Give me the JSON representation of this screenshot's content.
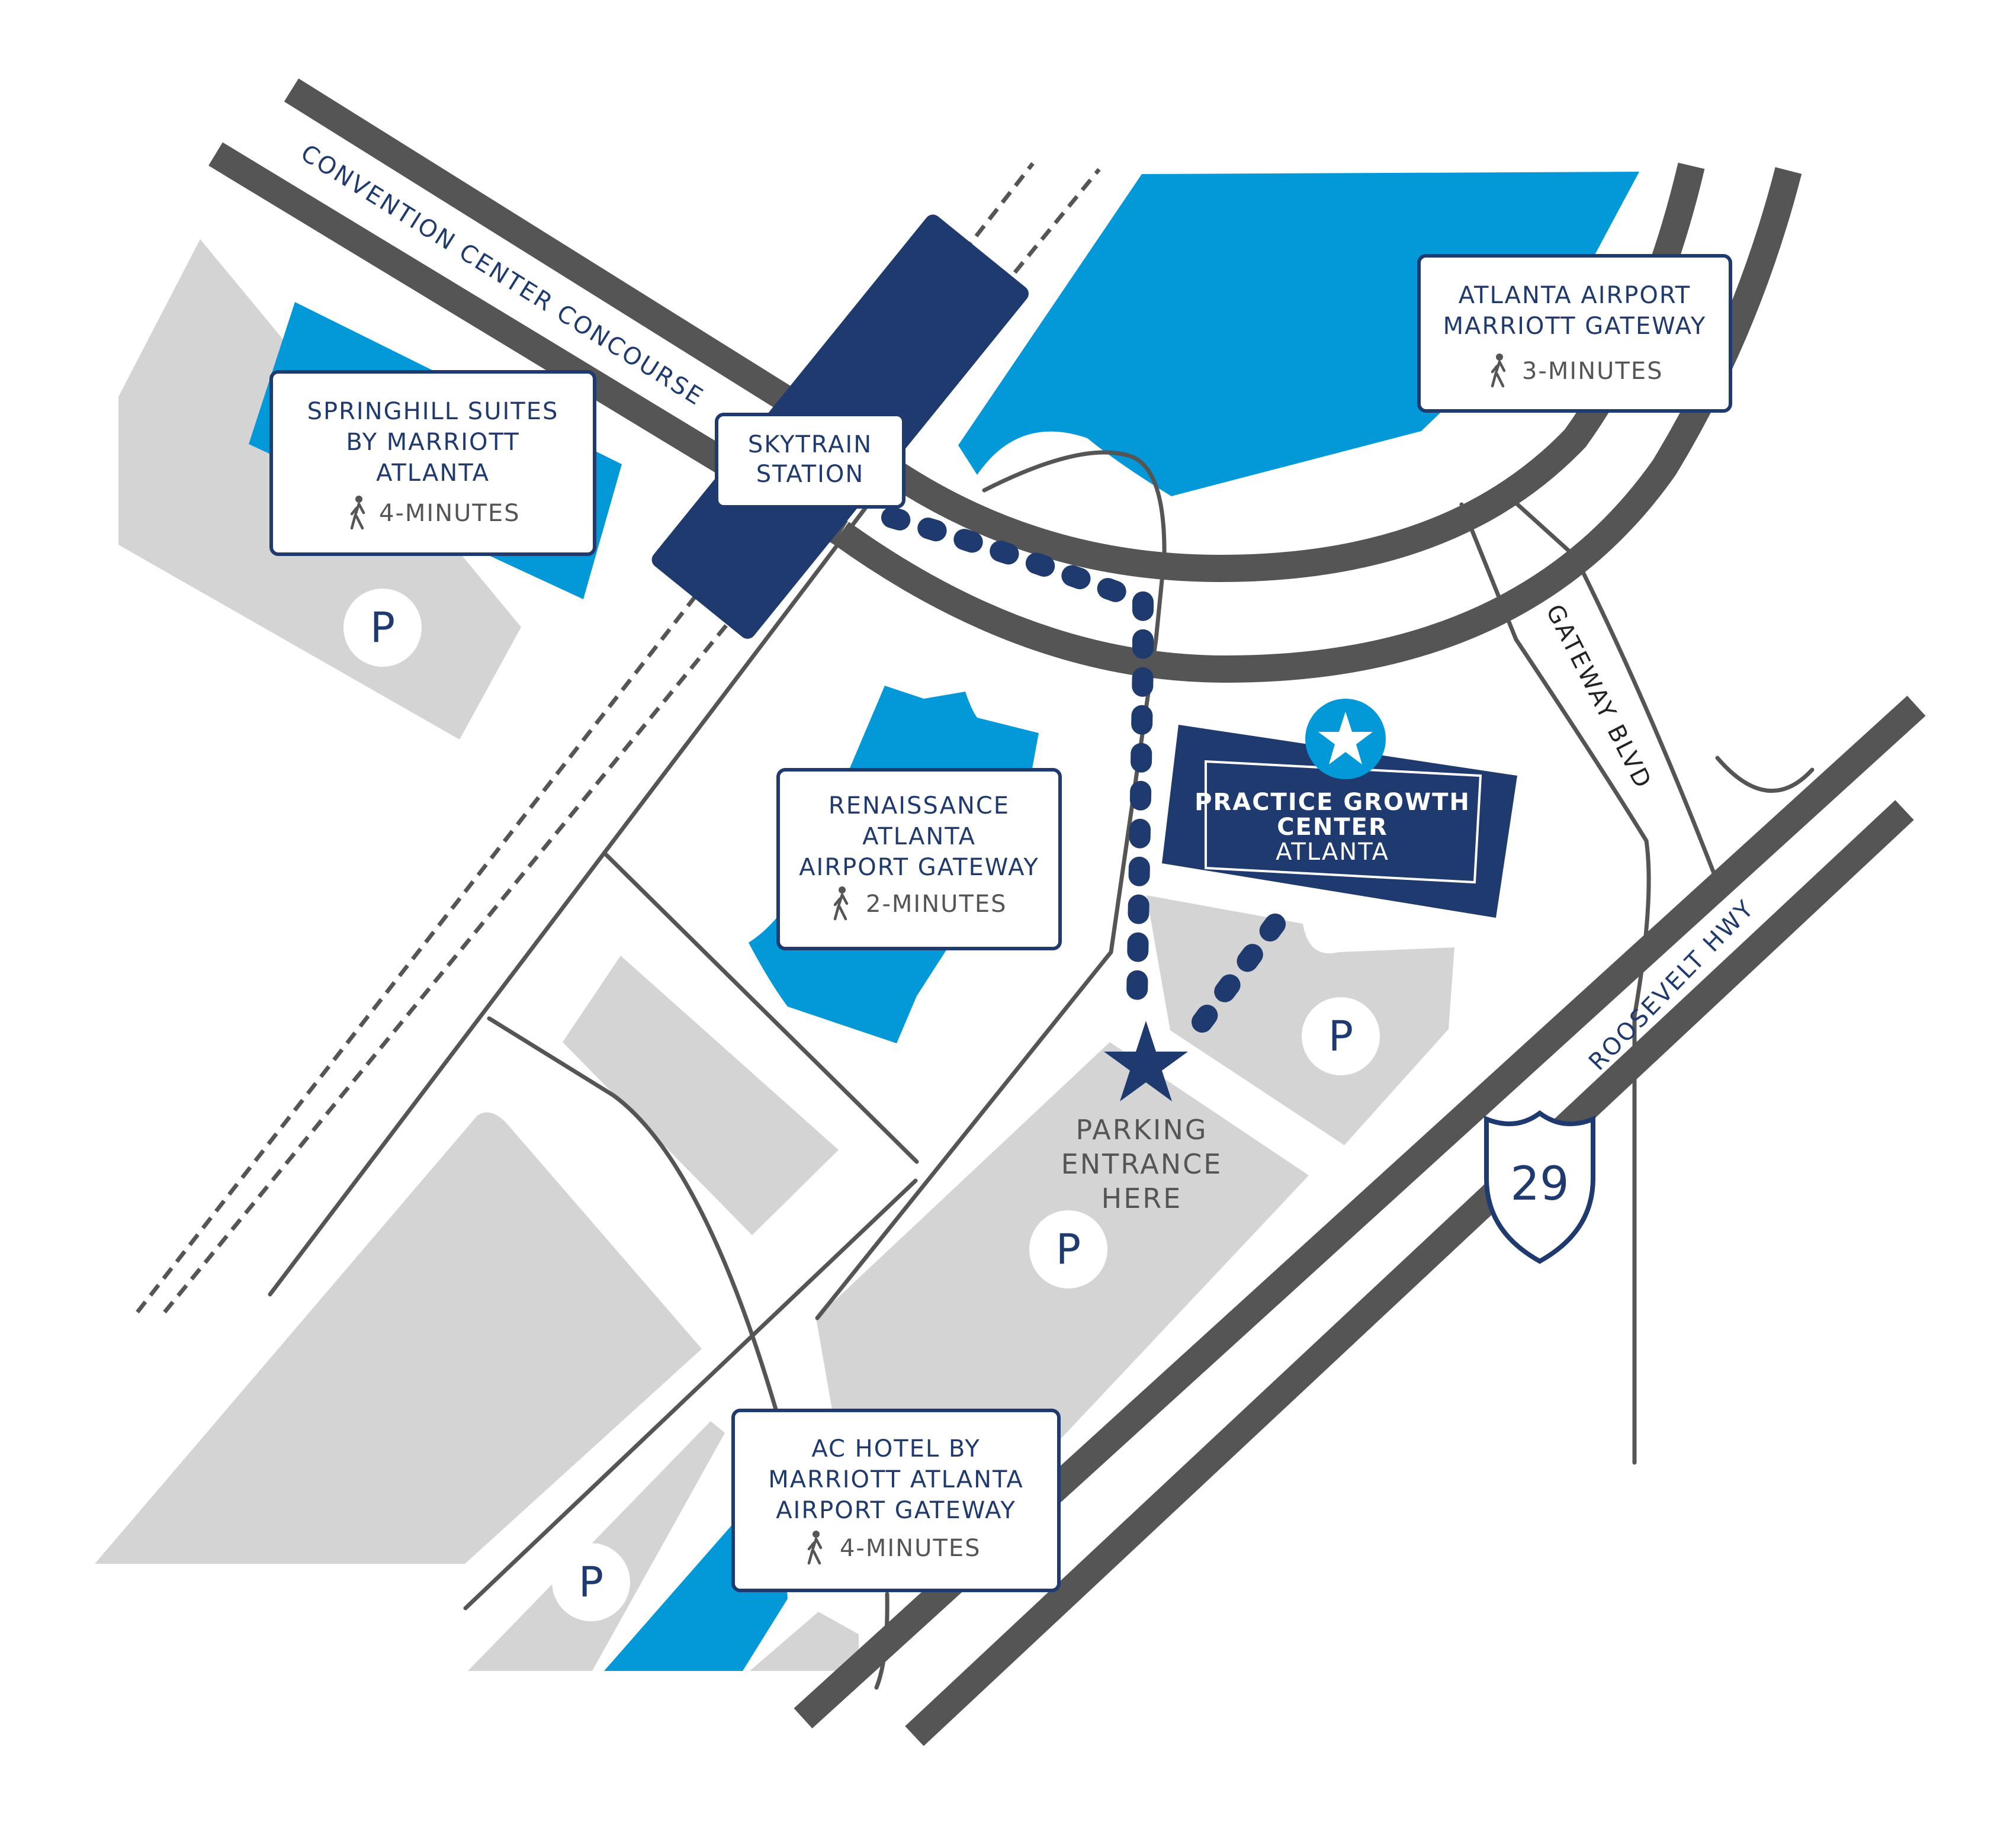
{
  "colors": {
    "navy": "#1f3a6e",
    "water_blue": "#0399d9",
    "lot_gray": "#d4d4d4",
    "road_dark": "#555555",
    "text_gray": "#555555"
  },
  "roads": {
    "convention_center_concourse": "CONVENTION CENTER CONCOURSE",
    "gateway_blvd": "GATEWAY BLVD",
    "roosevelt_hwy": "ROOSEVELT HWY",
    "interstate_shield": "29"
  },
  "skytrain": {
    "line1": "SKYTRAIN",
    "line2": "STATION"
  },
  "hotels": {
    "springhill": {
      "line1": "SPRINGHILL SUITES",
      "line2": "BY MARRIOTT",
      "line3": "ATLANTA",
      "walk": "4-MINUTES"
    },
    "marriott_gateway": {
      "line1": "ATLANTA AIRPORT",
      "line2": "MARRIOTT GATEWAY",
      "walk": "3-MINUTES"
    },
    "renaissance": {
      "line1": "RENAISSANCE",
      "line2": "ATLANTA",
      "line3": "AIRPORT GATEWAY",
      "walk": "2-MINUTES"
    },
    "ac_hotel": {
      "line1": "AC HOTEL BY",
      "line2": "MARRIOTT ATLANTA",
      "line3": "AIRPORT GATEWAY",
      "walk": "4-MINUTES"
    }
  },
  "destination": {
    "line1": "PRACTICE GROWTH",
    "line2": "CENTER",
    "line3": "ATLANTA"
  },
  "parking_entrance": {
    "line1": "PARKING",
    "line2": "ENTRANCE",
    "line3": "HERE"
  },
  "parking_symbol": "P",
  "icons": {
    "walk": "walking-person-icon",
    "star": "star-icon",
    "destination_star": "star-badge-icon",
    "highway": "interstate-shield-icon"
  }
}
